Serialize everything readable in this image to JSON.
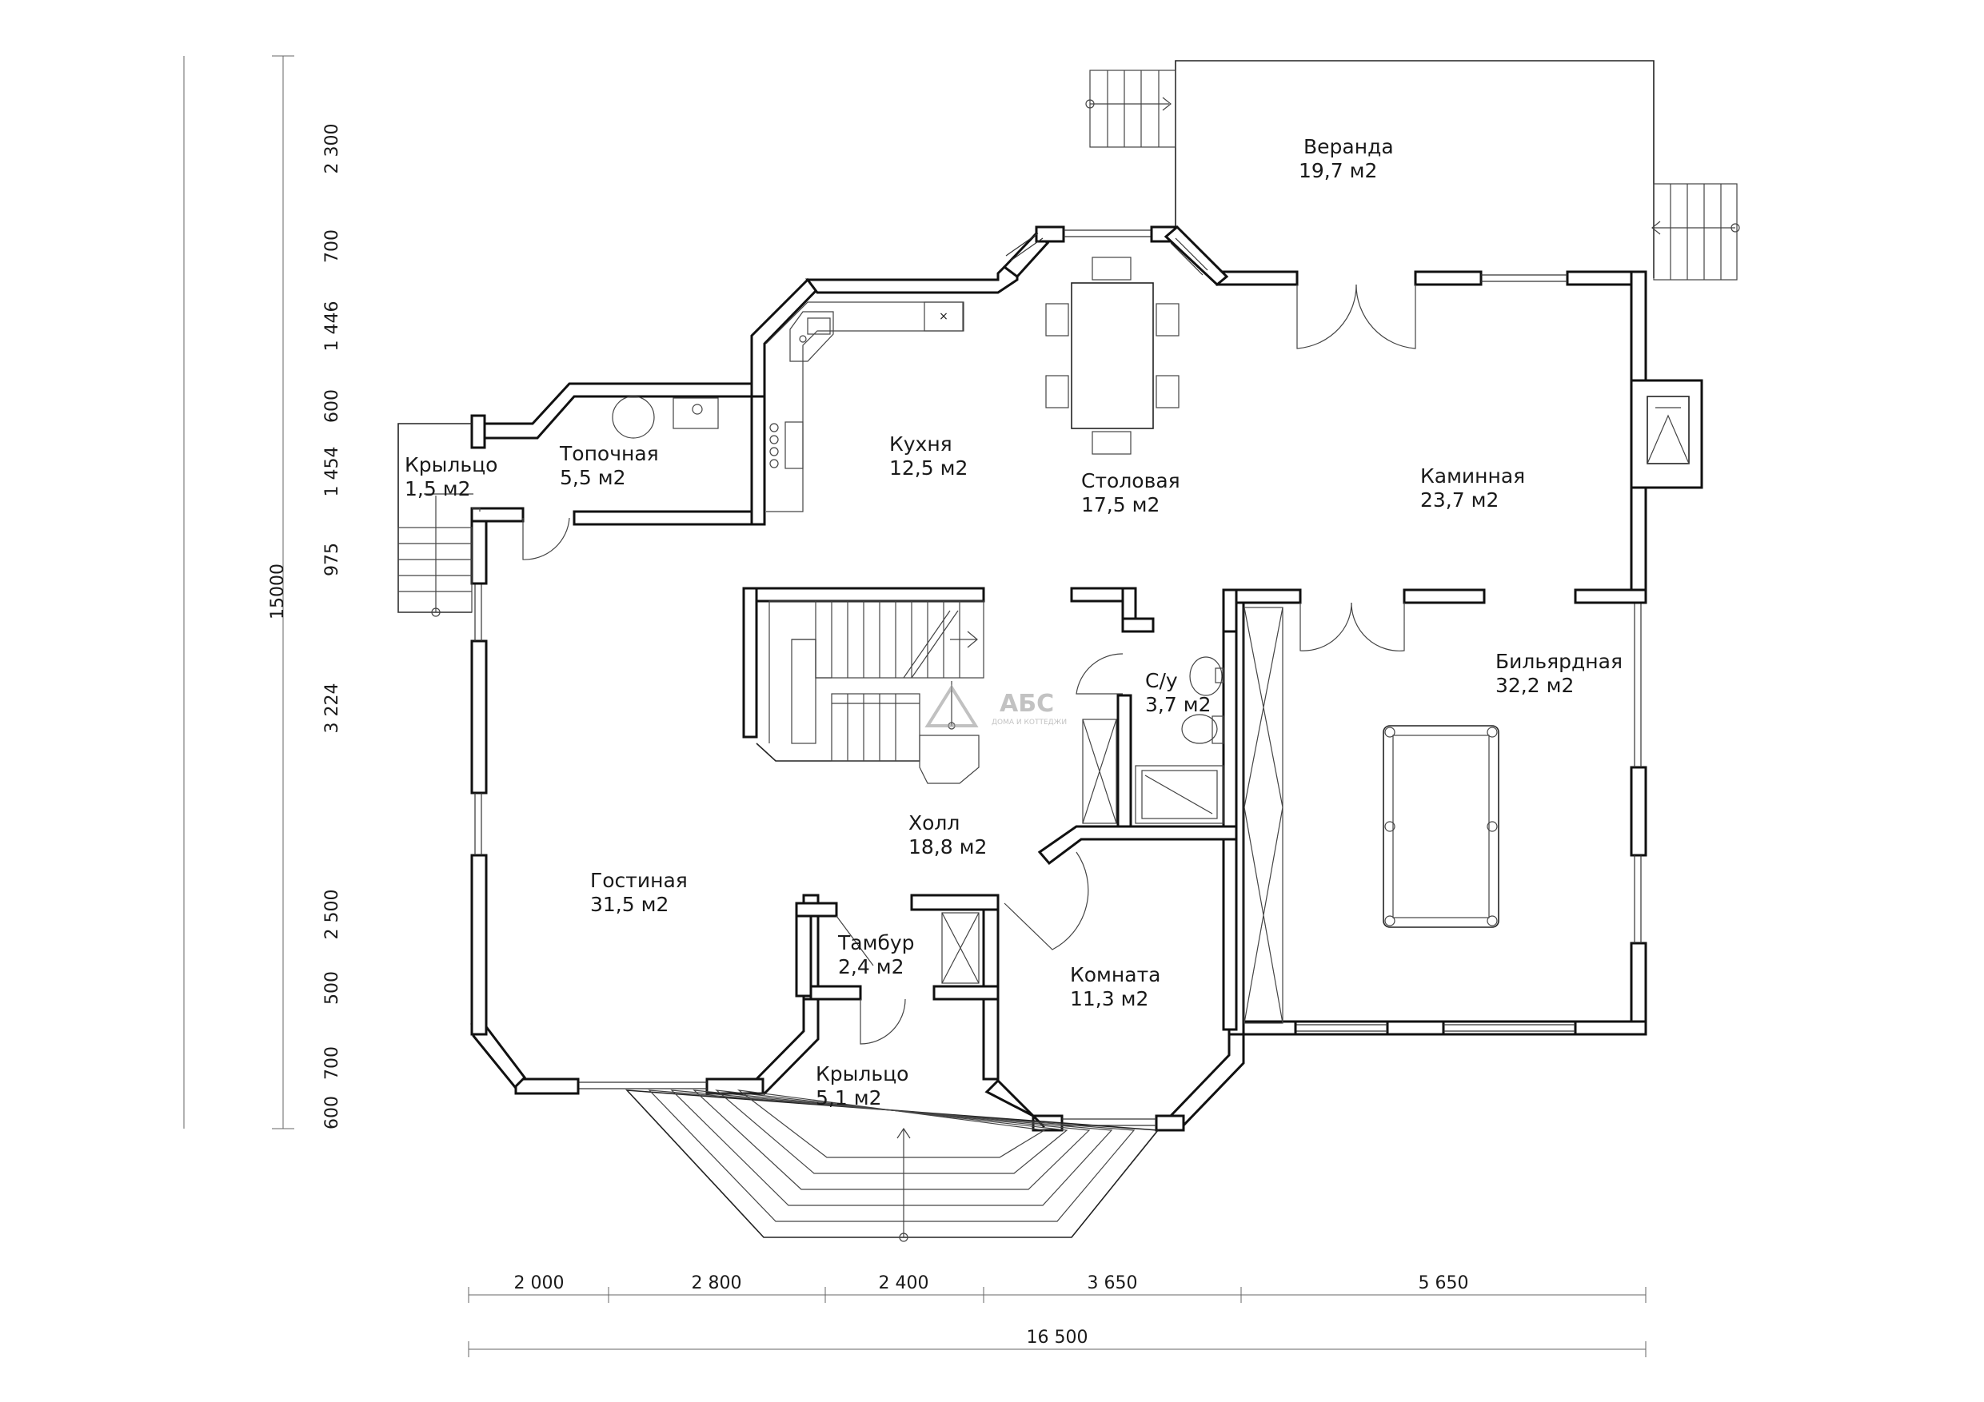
{
  "rooms": [
    {
      "name": "Веранда",
      "area": "19,7 м2"
    },
    {
      "name": "Крыльцо",
      "area": "1,5 м2"
    },
    {
      "name": "Топочная",
      "area": "5,5 м2"
    },
    {
      "name": "Кухня",
      "area": "12,5 м2"
    },
    {
      "name": "Столовая",
      "area": "17,5 м2"
    },
    {
      "name": "Каминная",
      "area": "23,7 м2"
    },
    {
      "name": "Бильярдная",
      "area": "32,2 м2"
    },
    {
      "name": "С/у",
      "area": "3,7 м2"
    },
    {
      "name": "Холл",
      "area": "18,8 м2"
    },
    {
      "name": "Гостиная",
      "area": "31,5 м2"
    },
    {
      "name": "Тамбур",
      "area": "2,4 м2"
    },
    {
      "name": "Комната",
      "area": "11,3 м2"
    },
    {
      "name": "Крыльцо",
      "area": "5,1 м2"
    }
  ],
  "dimensions": {
    "left_segments": [
      "2 300",
      "700",
      "1 446",
      "600",
      "1 454",
      "975",
      "3 224",
      "2 500",
      "500",
      "700",
      "600"
    ],
    "left_total": "15000",
    "bottom_segments": [
      "2 000",
      "2 800",
      "2 400",
      "3 650",
      "5 650"
    ],
    "bottom_total": "16 500"
  },
  "logo": {
    "text": "АБС",
    "subtitle": "ДОМА И КОТТЕДЖИ"
  }
}
